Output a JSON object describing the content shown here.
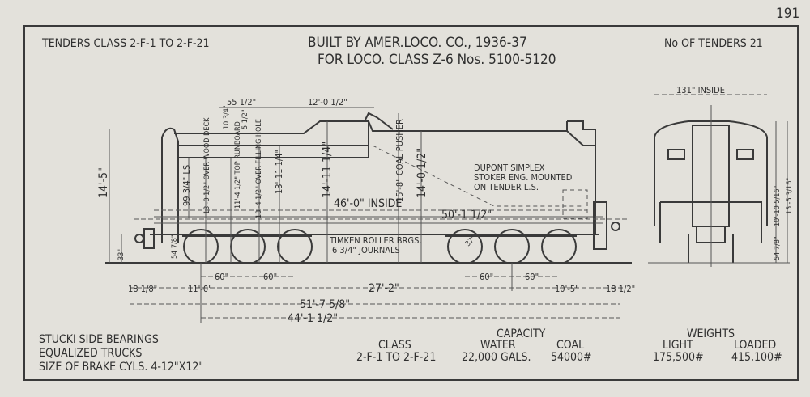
{
  "page_number": "191",
  "header": {
    "tender_class": "TENDERS CLASS 2-F-1 TO 2-F-21",
    "built_by": "BUILT BY AMER.LOCO. CO., 1936-37",
    "for_loco": "FOR LOCO. CLASS Z-6 Nos. 5100-5120",
    "num_tenders": "No OF TENDERS 21"
  },
  "side_view": {
    "dims": {
      "d55": "55 1/2\"",
      "d12": "12'-0 1/2\"",
      "d10": "10 3/4\"",
      "d5": "5 1/2\"",
      "d14_5": "14'-5\"",
      "d99": "99 3/4\" LS",
      "d13_0": "13'-0 1/2\" OVER WOOD DECK",
      "d11_4": "11'-4 1/2\" TOP RUNBOARD",
      "d13_4": "13'-4 1/2\" OVER FILLING HOLE",
      "d13_11": "13'-11 1/4\"",
      "d14_11": "14'-11 1/4\"",
      "d15_8": "15'-8\" COAL PUSHER",
      "d14_0": "14'-0 1/2\"",
      "d46": "46'-0\" INSIDE",
      "d50": "50'-1 1/2\"",
      "d54": "54 7/8\"",
      "d33": "33\"",
      "d37": "37\""
    },
    "notes": {
      "timken_1": "TIMKEN ROLLER BRGS.",
      "timken_2": "6 3/4\" JOURNALS",
      "dupont_1": "DUPONT SIMPLEX",
      "dupont_2": "STOKER ENG. MOUNTED",
      "dupont_3": "ON TENDER L.S."
    },
    "bottom_dims": {
      "w60a": "60\"",
      "w60b": "60\"",
      "w60c": "60\"",
      "w60d": "60\"",
      "d18_1": "18 1/8\"",
      "d11": "11'-0\"",
      "d27": "27'-2\"",
      "d10_5": "10'-5\"",
      "d18_2": "18 1/2\"",
      "d51": "51'-7 5/8\"",
      "d44": "44'-1 1/2\""
    }
  },
  "end_view": {
    "inside": "131\" INSIDE",
    "d10_10": "10'-10 5/16\"",
    "d15_5": "15'-5 3/16\"",
    "d54": "54 7/8\""
  },
  "footer": {
    "notes": [
      "STUCKI SIDE BEARINGS",
      "EQUALIZED TRUCKS",
      "SIZE OF BRAKE CYLS. 4-12\"X12\""
    ],
    "capacity_label": "CAPACITY",
    "class_label": "CLASS",
    "class_value": "2-F-1 TO 2-F-21",
    "water_label": "WATER",
    "water_value": "22,000 GALS.",
    "coal_label": "COAL",
    "coal_value": "54000#",
    "weights_label": "WEIGHTS",
    "light_label": "LIGHT",
    "light_value": "175,500#",
    "loaded_label": "LOADED",
    "loaded_value": "415,100#"
  }
}
